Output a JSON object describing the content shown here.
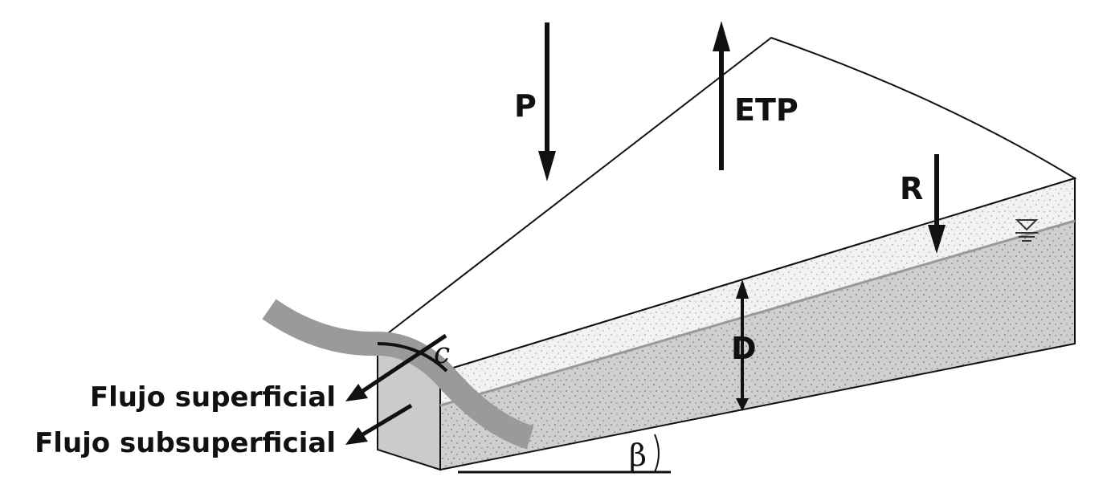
{
  "labels": {
    "precipitation": "P",
    "evapotranspiration": "ETP",
    "recharge": "R",
    "depth": "D",
    "channel": "c",
    "slope_angle": "β",
    "surface_flow": "Flujo superficial",
    "subsurface_flow": "Flujo subsuperficial"
  },
  "colors": {
    "ink": "#111111",
    "saturated_zone": "#cfcfcf",
    "unsaturated_zone": "#f2f2f2",
    "stream": "#9a9a9a",
    "stream_face": "#c8c8c8",
    "background": "#ffffff"
  },
  "icons": {
    "water_table": "water-table-symbol-icon"
  }
}
